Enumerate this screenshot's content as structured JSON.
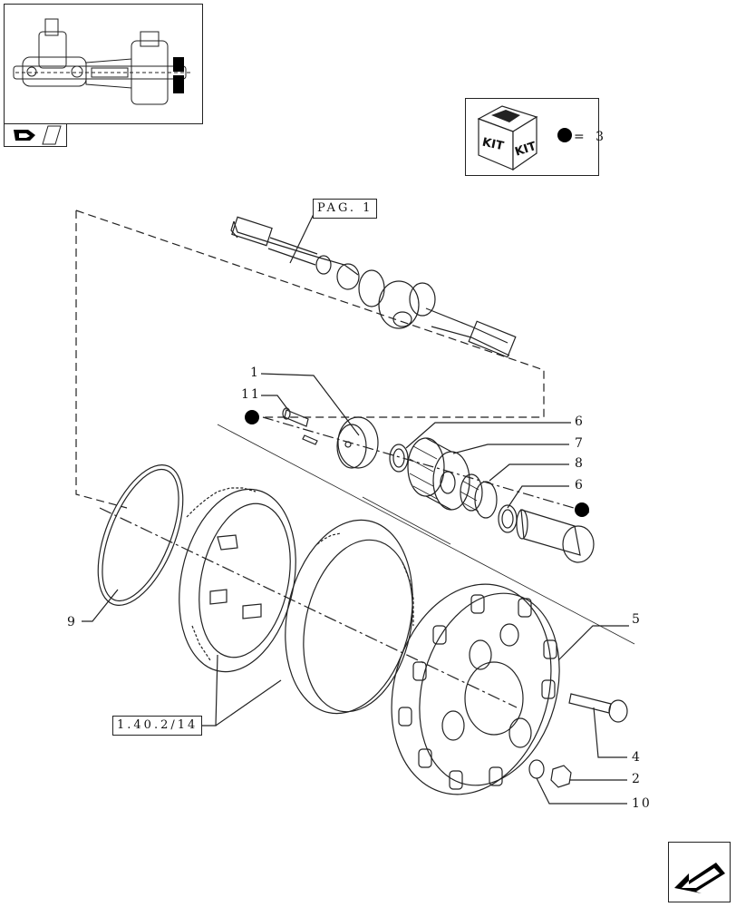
{
  "reference_labels": {
    "pag": "PAG. 1",
    "group": "1.40.2/14"
  },
  "kit": {
    "word": "KIT",
    "count_text": "= 3",
    "bullet_icon": "black-dot-icon"
  },
  "callouts": {
    "c1": "1",
    "c11": "11",
    "c6a": "6",
    "c7": "7",
    "c8": "8",
    "c6b": "6",
    "c5": "5",
    "c9": "9",
    "c4": "4",
    "c2": "2",
    "c10": "10"
  },
  "icons": {
    "overview": "axle-assembly-thumbnail-icon",
    "nav_prev": "previous-page-icon",
    "nav_next": "next-page-arrow-icon"
  },
  "colors": {
    "line": "#222222",
    "fill": "#ffffff",
    "dot": "#000000"
  }
}
